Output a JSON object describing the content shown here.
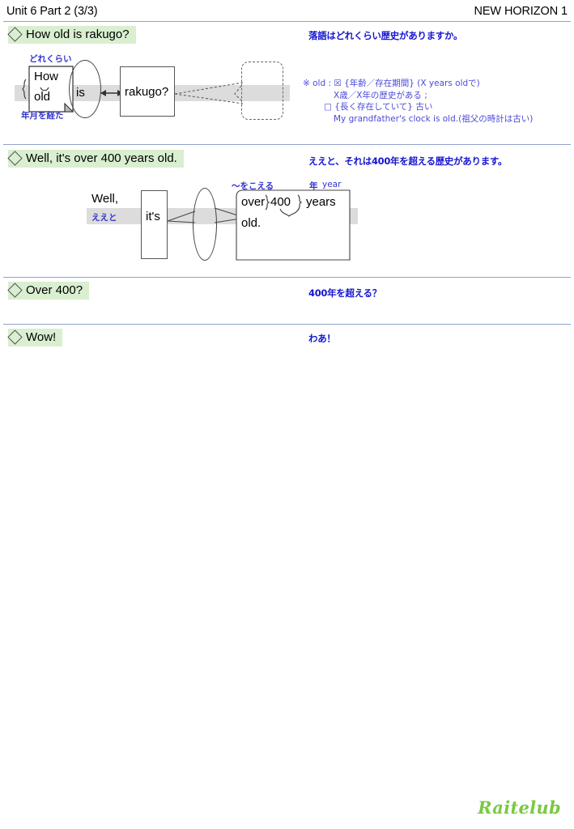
{
  "header": {
    "unit": "Unit 6 Part 2 (3/3)",
    "book": "NEW HORIZON 1"
  },
  "sections": [
    {
      "id": "s1",
      "english": "How old is rakugo?",
      "japanese": "落語はどれくらい歴史がありますか。"
    },
    {
      "id": "s2",
      "english": "Well, it's over 400 years old.",
      "japanese": "ええと、それは400年を超える歴史があります。"
    },
    {
      "id": "s3",
      "english": "Over 400?",
      "japanese": "400年を超える？"
    },
    {
      "id": "s4",
      "english": "Wow!",
      "japanese": "わあ！"
    }
  ],
  "grammar_note": {
    "line1": "※ old : ☒ {年齢／存在期間} (X years oldで)",
    "line2": "X歳／X年の歴史がある ;",
    "line3": "□ {長く存在していて} 古い",
    "line4": "My grandfather's clock is old.(祖父の時計は古い)"
  },
  "diagram1": {
    "callout_word1": "How",
    "callout_word2": "old",
    "label_above": "どれくらい",
    "label_below": "年月を経た",
    "verb": "is",
    "subject": "rakugo?"
  },
  "diagram2": {
    "opener": "Well,",
    "opener_jp": "ええと",
    "verb": "it's",
    "phrase1": "over",
    "phrase2": "400",
    "phrase3": "years",
    "phrase4": "old.",
    "label_over": "〜をこえる",
    "label_years_jp": "年",
    "label_years_en": "year"
  },
  "footer": {
    "logo": "Raitelub"
  },
  "colors": {
    "highlight": "#d9efd0",
    "jp_blue": "#1515d0",
    "annotation_blue": "#4a4ad8",
    "rule": "#8fa3c8",
    "band_gray": "#dcdcdc",
    "logo_green": "#7ac943"
  }
}
